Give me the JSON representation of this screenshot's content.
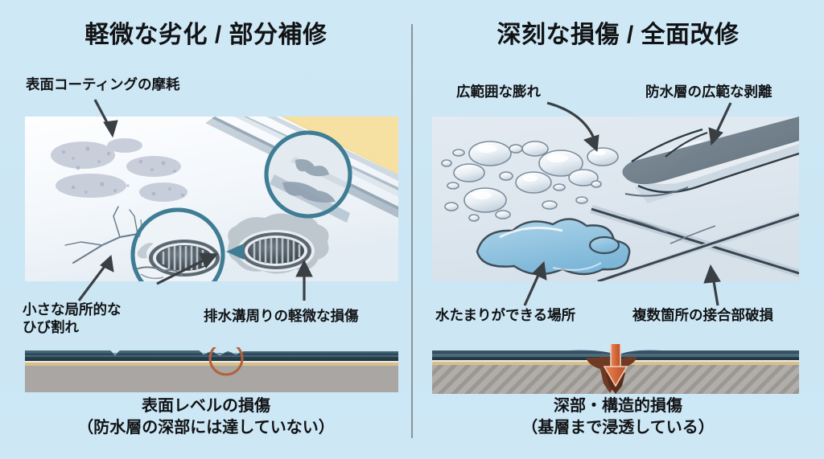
{
  "background_color": "#cfe8f5",
  "divider_color": "#8d9399",
  "left": {
    "title": "軽微な劣化 / 部分補修",
    "labels": [
      {
        "name": "surface-coating-wear",
        "text": "表面コーティングの摩耗"
      },
      {
        "name": "small-localized-cracks",
        "text": "小さな局所的な\nひび割れ"
      },
      {
        "name": "minor-drain-damage",
        "text": "排水溝周りの軽微な損傷"
      }
    ],
    "caption": "表面レベルの損傷\n（防水層の深部には達していない）",
    "highlight_color": "#b4603c",
    "magnifier_color": "#3f7d94"
  },
  "right": {
    "title": "深刻な損傷 / 全面改修",
    "labels": [
      {
        "name": "widespread-blistering",
        "text": "広範囲な膨れ"
      },
      {
        "name": "widespread-membrane-peeling",
        "text": "防水層の広範な剥離"
      },
      {
        "name": "ponding-water-area",
        "text": "水たまりができる場所"
      },
      {
        "name": "multiple-seam-failures",
        "text": "複数箇所の接合部破損"
      }
    ],
    "caption": "深部・構造的損傷\n（基層まで浸透している）",
    "arrow_color": "#d4663a",
    "penetration_color": "#6f3a24"
  },
  "cross_section": {
    "membrane_color": "#2d4b5e",
    "primer_color": "#d9c08a",
    "substrate_color": "#a9a6a3",
    "substrate_hatch_color": "#8f8b86"
  }
}
